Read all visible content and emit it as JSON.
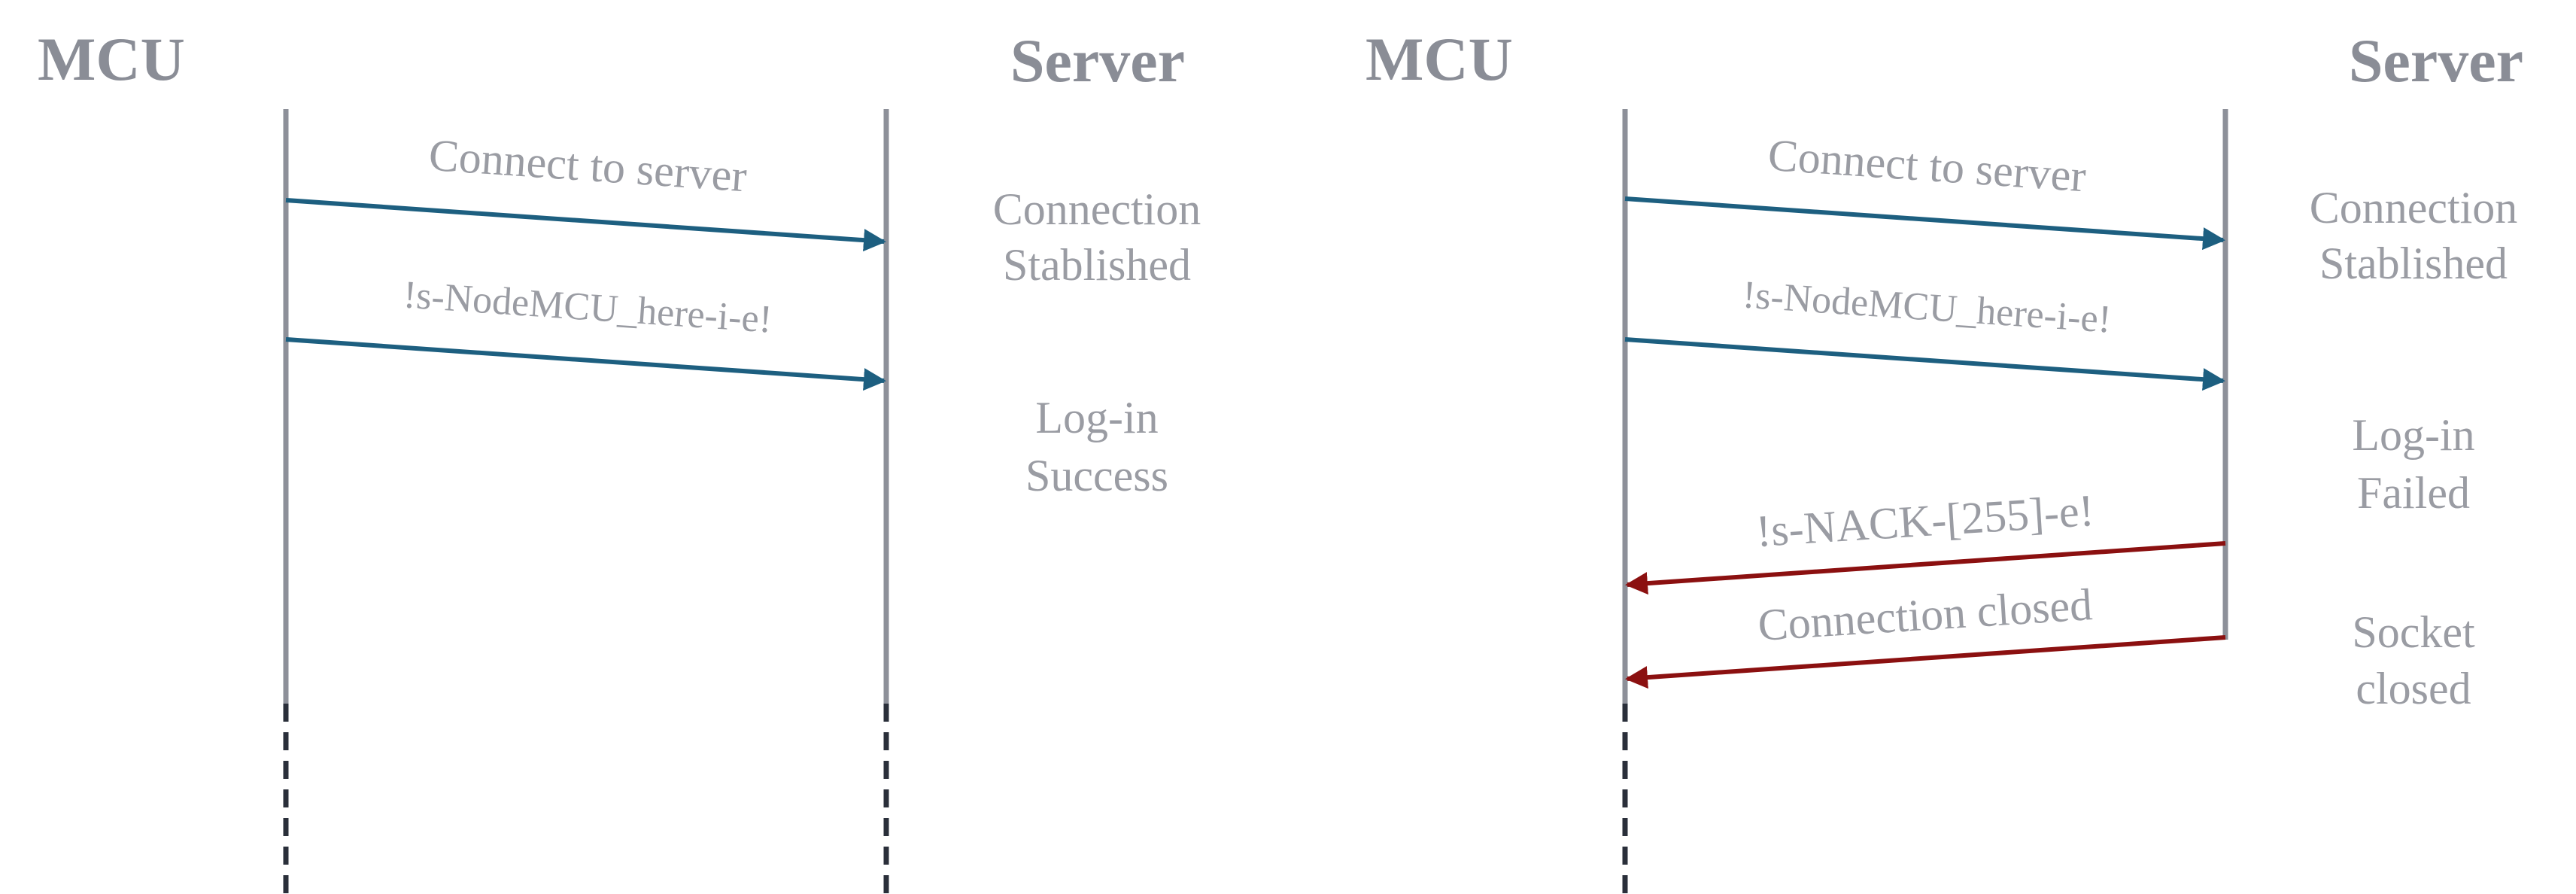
{
  "panels": [
    {
      "mcu_label": "MCU",
      "server_label": "Server",
      "messages": [
        {
          "text": "Connect to server"
        },
        {
          "text": "!s-NodeMCU_here-i-e!"
        }
      ],
      "notes": [
        {
          "line1": "Connection",
          "line2": "Stablished"
        },
        {
          "line1": "Log-in",
          "line2": "Success"
        }
      ]
    },
    {
      "mcu_label": "MCU",
      "server_label": "Server",
      "messages": [
        {
          "text": "Connect to server"
        },
        {
          "text": "!s-NodeMCU_here-i-e!"
        },
        {
          "text": "!s-NACK-[255]-e!"
        },
        {
          "text": "Connection closed"
        }
      ],
      "notes": [
        {
          "line1": "Connection",
          "line2": "Stablished"
        },
        {
          "line1": "Log-in",
          "line2": "Failed"
        },
        {
          "line1": "Socket",
          "line2": "closed"
        }
      ]
    }
  ],
  "colors": {
    "request_arrow": "#1d5f80",
    "response_arrow": "#8b1010",
    "lifeline": "#8d9099",
    "text": "#9a9ca3"
  }
}
